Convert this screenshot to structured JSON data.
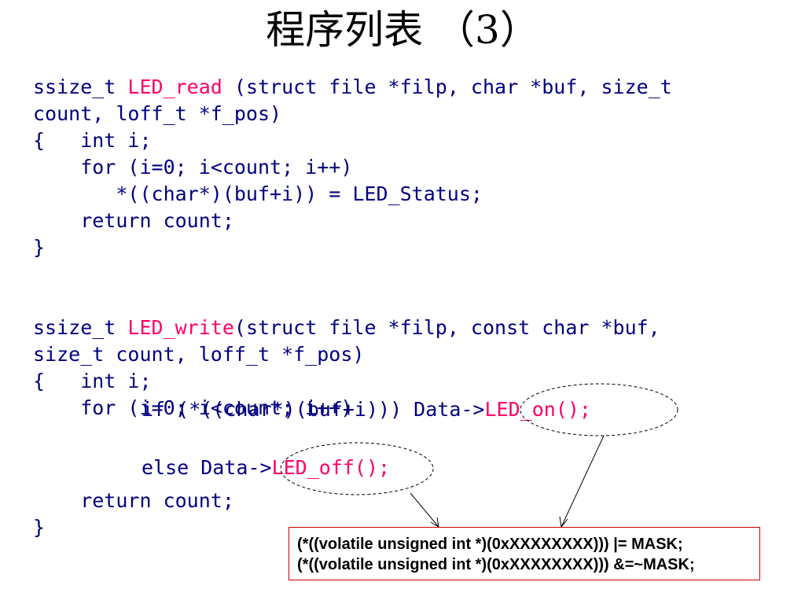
{
  "title": "程序列表 （3）",
  "read_fn": {
    "line1_pre": "ssize_t ",
    "line1_name": "LED_read",
    "line1_post": " (struct file *filp, char *buf, size_t",
    "line2": "count, loff_t *f_pos)",
    "line3": "{   int i;",
    "line4": "    for (i=0; i<count; i++)",
    "line5": "       *((char*)(buf+i)) = LED_Status;",
    "line6": "    return count;",
    "line7": "}"
  },
  "write_fn": {
    "line1_pre": "ssize_t ",
    "line1_name": "LED_write",
    "line1_post": "(struct file *filp, const char *buf,",
    "line2": "size_t count, loff_t *f_pos)",
    "line3": "{   int i;",
    "line4": "    for (i=0; i<count; i++)",
    "if_pre": "if (*((char*)(buf+i))) Data->",
    "if_call": "LED_on();",
    "else_pre": "else Data->",
    "else_call": "LED_off();",
    "return_line": "    return count;",
    "close": "}"
  },
  "note": {
    "line1": "(*((volatile unsigned int *)(0xXXXXXXXX))) |= MASK;",
    "line2": "(*((volatile unsigned int *)(0xXXXXXXXX))) &=~MASK;"
  },
  "colors": {
    "code": "#000080",
    "highlight": "#ff0066",
    "note_border": "#cc0000"
  }
}
